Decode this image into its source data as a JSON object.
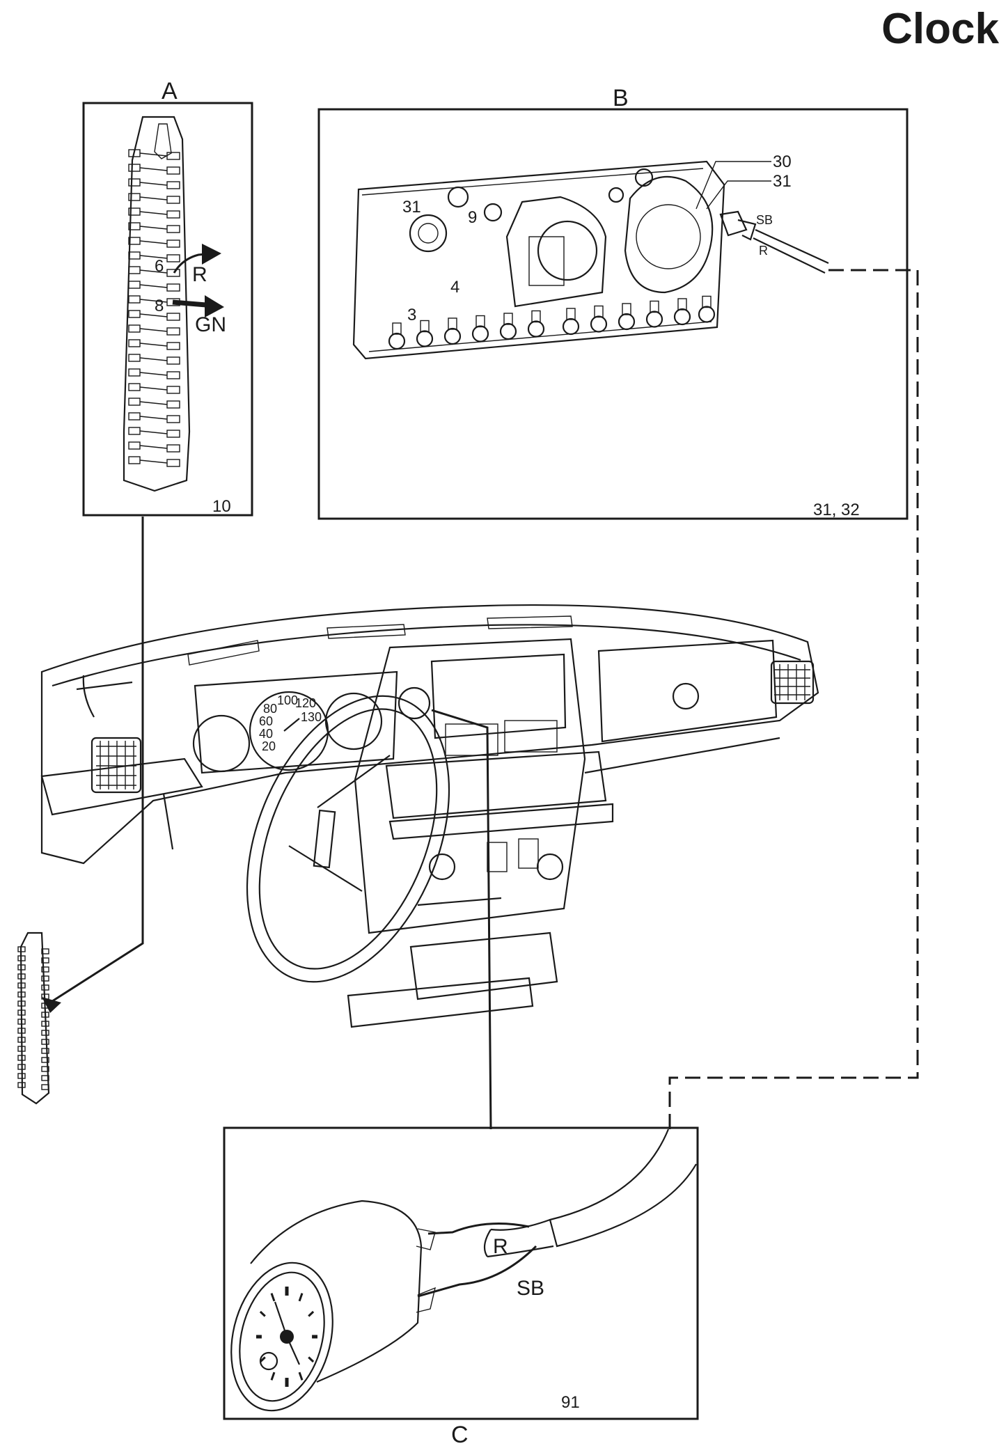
{
  "title": "Clock",
  "panels": {
    "a": {
      "letter": "A",
      "ref": "10",
      "pin_upper": "6",
      "pin_lower": "8",
      "wire_upper": "R",
      "wire_lower": "GN"
    },
    "b": {
      "letter": "B",
      "ref": "31, 32",
      "terminal_30": "30",
      "terminal_31": "31",
      "connector_top": "SB",
      "connector_bottom": "R",
      "board_label_31": "31",
      "board_label_9": "9",
      "board_label_4": "4",
      "board_label_3": "3"
    },
    "c": {
      "letter": "C",
      "ref": "91",
      "wire_r": "R",
      "wire_sb": "SB"
    }
  },
  "dash_gauge": {
    "ticks": [
      "100",
      "120",
      "80",
      "130",
      "60",
      "40",
      "20"
    ]
  }
}
